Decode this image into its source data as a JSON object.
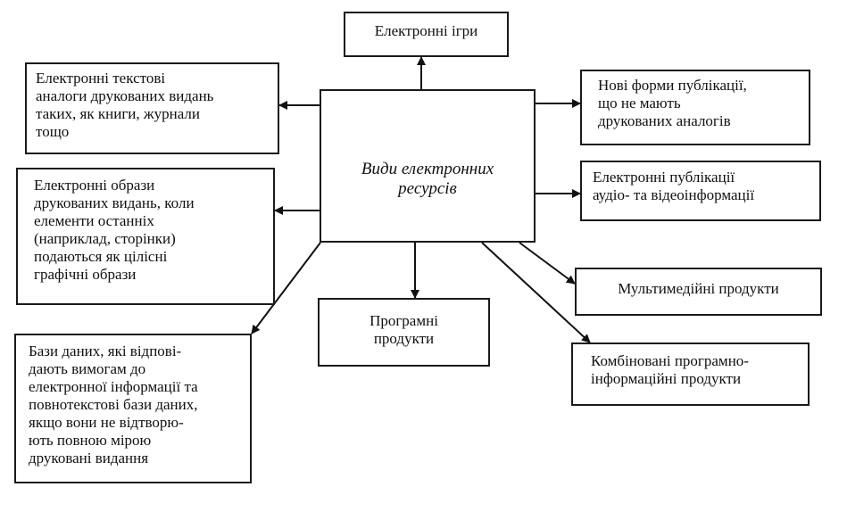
{
  "diagram": {
    "center": "Види електронних\nресурсів",
    "nodes": {
      "games": "Електронні ігри",
      "text_analogs": "Електронні текстові\nаналоги друкованих видань\nтаких, як книги, журнали\nтощо",
      "new_forms": "Нові форми публікації,\nщо не мають\nдрукованих аналогів",
      "audio_video": "Електронні публікації\nаудіо- та відеоінформації",
      "images": "Електронні образи\nдрукованих видань, коли\nелементи останніх\n(наприклад, сторінки)\nподаються як цілісні\nграфічні образи",
      "multimedia": "Мультимедійні продукти",
      "software": "Програмні\nпродукти",
      "combined": "Комбіновані програмно-\nінформаційні продукти",
      "databases": "Бази даних, які відпові-\nдають вимогам до\nелектронної інформації та\nповнотекстові бази даних,\nякщо вони не відтворю-\nють повною мірою\nдруковані видання"
    }
  }
}
